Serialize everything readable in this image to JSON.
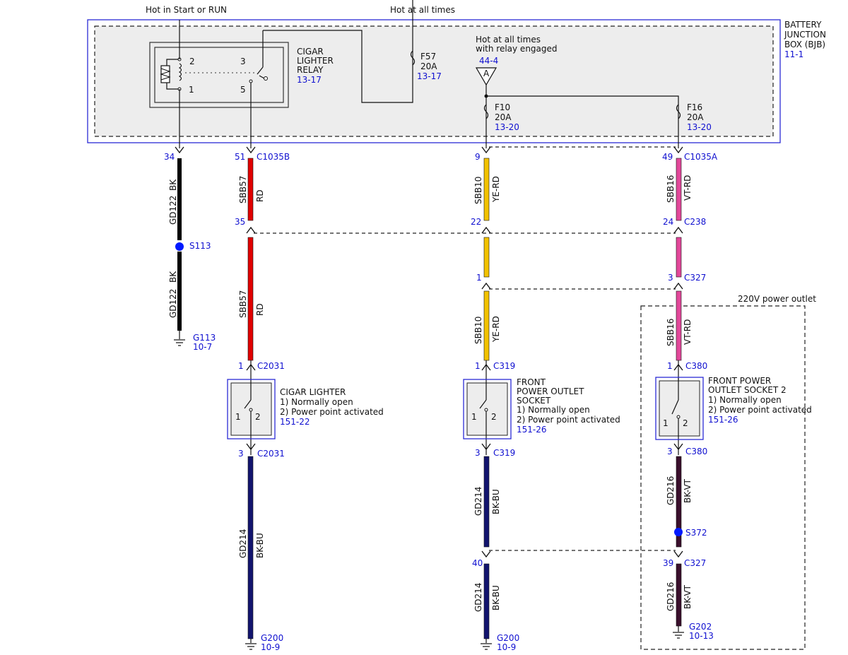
{
  "top_labels": {
    "hot_start_run": "Hot in Start or RUN",
    "hot_all_times": "Hot at all times",
    "hot_relay_l1": "Hot at all times",
    "hot_relay_l2": "with relay engaged",
    "relay_ref": "44-4",
    "relay_triangle": "A"
  },
  "bjb": {
    "l1": "BATTERY",
    "l2": "JUNCTION",
    "l3": "BOX (BJB)",
    "ref": "11-1"
  },
  "relay": {
    "l1": "CIGAR",
    "l2": "LIGHTER",
    "l3": "RELAY",
    "ref": "13-17",
    "pin2": "2",
    "pin3": "3",
    "pin1": "1",
    "pin5": "5"
  },
  "fuses": {
    "f57": {
      "name": "F57",
      "rating": "20A",
      "ref": "13-17"
    },
    "f10": {
      "name": "F10",
      "rating": "20A",
      "ref": "13-20"
    },
    "f16": {
      "name": "F16",
      "rating": "20A",
      "ref": "13-20"
    }
  },
  "pins": {
    "p34": "34",
    "p51": "51",
    "c1035b": "C1035B",
    "p9": "9",
    "p49": "49",
    "c1035a": "C1035A",
    "p35": "35",
    "p22": "22",
    "p24": "24",
    "c238": "C238",
    "p1a": "1",
    "p3a": "3",
    "c327a": "C327",
    "p1b": "1",
    "c2031a": "C2031",
    "p1c": "1",
    "c319a": "C319",
    "p1d": "1",
    "c380a": "C380",
    "p3b": "3",
    "c2031b": "C2031",
    "p3c": "3",
    "c319b": "C319",
    "p3d": "3",
    "c380b": "C380",
    "p40": "40",
    "p39": "39",
    "c327b": "C327"
  },
  "wires": {
    "gd122": "GD122",
    "bk": "BK",
    "sbb57": "SBB57",
    "rd": "RD",
    "sbb10": "SBB10",
    "yerd": "YE-RD",
    "sbb16": "SBB16",
    "vtrd": "VT-RD",
    "gd214": "GD214",
    "bkbu": "BK-BU",
    "gd216": "GD216",
    "bkvt": "BK-VT"
  },
  "splices": {
    "s113": "S113",
    "s372": "S372"
  },
  "grounds": {
    "g113": "G113",
    "g113_ref": "10-7",
    "g200a": "G200",
    "g200a_ref": "10-9",
    "g200b": "G200",
    "g200b_ref": "10-9",
    "g202": "G202",
    "g202_ref": "10-13"
  },
  "components": {
    "cigar": {
      "l1": "CIGAR LIGHTER",
      "l2": "1) Normally open",
      "l3": "2) Power point activated",
      "ref": "151-22",
      "pin1": "1",
      "pin2": "2"
    },
    "front": {
      "l1": "FRONT",
      "l2": "POWER OUTLET",
      "l3": "SOCKET",
      "l4": "1) Normally open",
      "l5": "2) Power point activated",
      "ref": "151-26",
      "pin1": "1",
      "pin2": "2"
    },
    "front2": {
      "l1": "FRONT POWER",
      "l2": "OUTLET SOCKET 2",
      "l3": "1) Normally open",
      "l4": "2) Power point activated",
      "ref": "151-26",
      "pin1": "1",
      "pin2": "2"
    }
  },
  "outlet_220": "220V power outlet",
  "colors": {
    "box_blue": "#2b2bd6",
    "ref_blue": "#1010d0",
    "wire_black": "#000000",
    "wire_red": "#e00000",
    "wire_yellow": "#f2c200",
    "wire_pink": "#e2479a",
    "wire_navy": "#12146e",
    "wire_bkvt": "#3a0f2c",
    "splice_blue": "#0019ff"
  }
}
